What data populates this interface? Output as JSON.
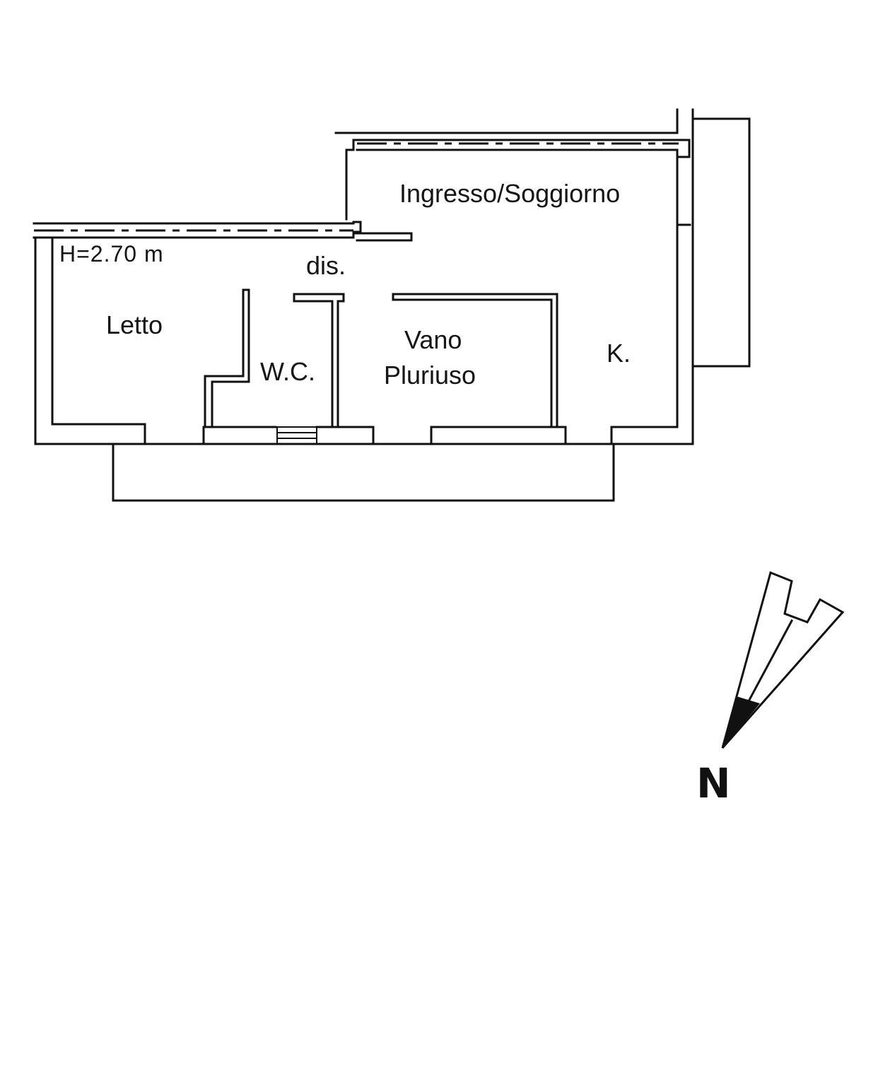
{
  "floorplan": {
    "height_note": "H=2.70 m",
    "rooms": {
      "ingresso_soggiorno": "Ingresso/Soggiorno",
      "dis": "dis.",
      "letto": "Letto",
      "wc": "W.C.",
      "vano_line1": "Vano",
      "vano_line2": "Pluriuso",
      "kitchen": "K."
    }
  },
  "compass": {
    "label": "N"
  }
}
